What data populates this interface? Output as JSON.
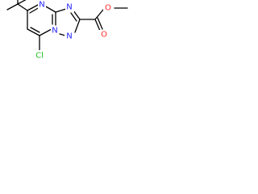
{
  "molecule": {
    "atoms": {
      "n_pyrimidine": {
        "symbol": "N",
        "color": "#1f1fff"
      },
      "n_bridge": {
        "symbol": "N",
        "color": "#1f1fff"
      },
      "n_triazole": {
        "symbol": "N",
        "color": "#1f1fff"
      },
      "n_triazole_top": {
        "symbol": "N",
        "color": "#1f1fff"
      },
      "o_ether": {
        "symbol": "O",
        "color": "#ff2a2a"
      },
      "o_carbonyl": {
        "symbol": "O",
        "color": "#ff2a2a"
      },
      "chlorine": {
        "symbol": "Cl",
        "color": "#1fbf1f"
      }
    },
    "bond_color": "#000000"
  }
}
